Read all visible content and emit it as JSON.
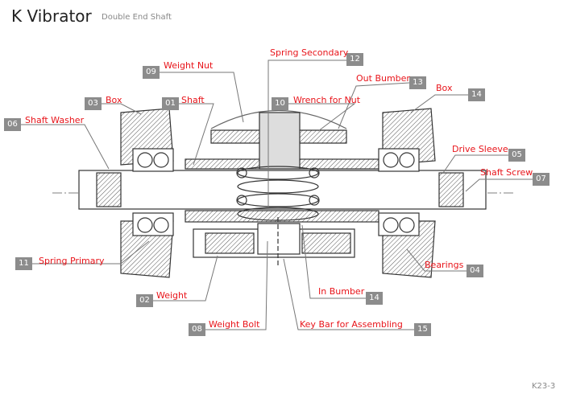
{
  "header": {
    "title": "K Vibrator",
    "subtitle": "Double End Shaft"
  },
  "footer_code": "K23-3",
  "colors": {
    "label": "#e8141a",
    "badge": "#8c8c8c"
  },
  "parts": [
    {
      "num": "01",
      "name": "Shaft"
    },
    {
      "num": "02",
      "name": "Weight"
    },
    {
      "num": "03",
      "name": "Box"
    },
    {
      "num": "04",
      "name": "Bearings"
    },
    {
      "num": "05",
      "name": "Drive Sleeve"
    },
    {
      "num": "06",
      "name": "Shaft Washer"
    },
    {
      "num": "07",
      "name": "Shaft Screw"
    },
    {
      "num": "08",
      "name": "Weight Bolt"
    },
    {
      "num": "09",
      "name": "Weight Nut"
    },
    {
      "num": "10",
      "name": "Wrench for Nut"
    },
    {
      "num": "11",
      "name": "Spring Primary"
    },
    {
      "num": "12",
      "name": "Spring Secondary"
    },
    {
      "num": "13",
      "name": "Out Bumber"
    },
    {
      "num": "14",
      "name": "Box"
    },
    {
      "num": "14",
      "name": "In Bumber"
    },
    {
      "num": "15",
      "name": "Key Bar for Assembling"
    }
  ]
}
